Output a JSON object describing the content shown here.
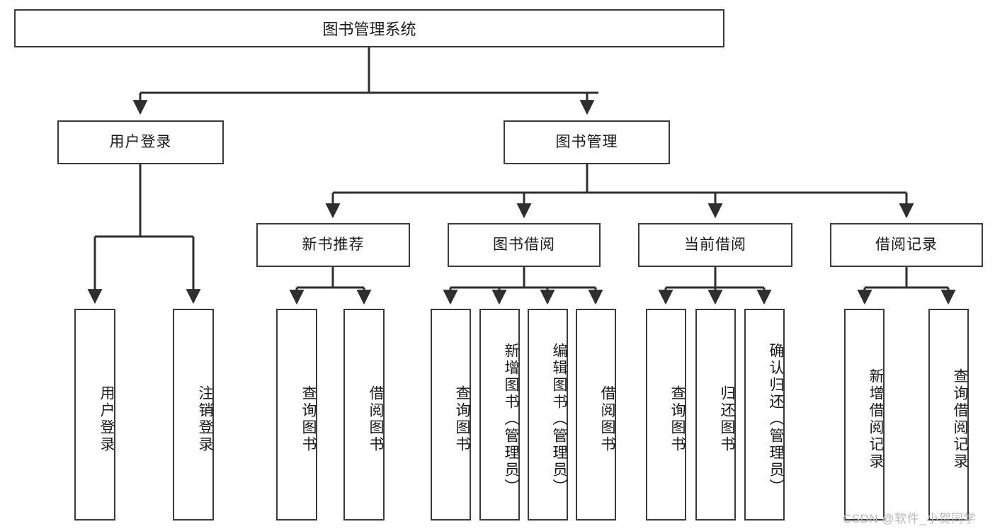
{
  "diagram": {
    "type": "tree",
    "title": "图书管理系统",
    "orientation": "top-down",
    "colors": {
      "box_border": "#3b3b3b",
      "box_fill": "#ffffff",
      "connector": "#2f2f2f",
      "text": "#1a1a1a",
      "watermark": "#b9b9b9"
    }
  },
  "root": {
    "label": "图书管理系统"
  },
  "level2": [
    {
      "label": "用户登录"
    },
    {
      "label": "图书管理"
    }
  ],
  "level3": [
    {
      "label": "新书推荐"
    },
    {
      "label": "图书借阅"
    },
    {
      "label": "当前借阅"
    },
    {
      "label": "借阅记录"
    }
  ],
  "leaves": {
    "user_login": [
      {
        "label": "用户登录"
      },
      {
        "label": "注销登录"
      }
    ],
    "new_book": [
      {
        "label": "查询图书"
      },
      {
        "label": "借阅图书"
      }
    ],
    "book_borrow": [
      {
        "label": "查询图书"
      },
      {
        "label": "新增图书（管理员）"
      },
      {
        "label": "编辑图书（管理员）"
      },
      {
        "label": "借阅图书"
      }
    ],
    "current_borrow": [
      {
        "label": "查询图书"
      },
      {
        "label": "归还图书"
      },
      {
        "label": "确认归还（管理员）"
      }
    ],
    "borrow_record": [
      {
        "label": "新增借阅记录"
      },
      {
        "label": "查询借阅记录"
      }
    ]
  },
  "watermark": {
    "text": "CSDN @软件_小贺同学"
  }
}
